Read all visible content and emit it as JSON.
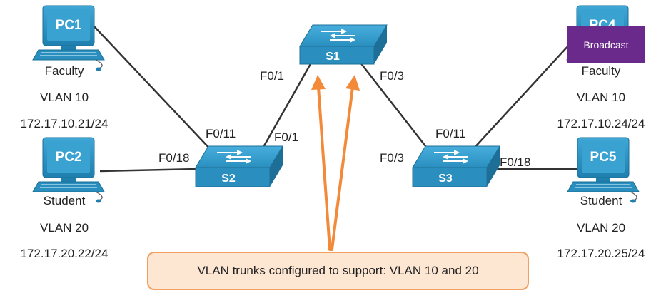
{
  "devices": {
    "pc1": {
      "name": "PC1",
      "role": "Faculty",
      "vlan": "VLAN 10",
      "ip": "172.17.10.21/24"
    },
    "pc2": {
      "name": "PC2",
      "role": "Student",
      "vlan": "VLAN 20",
      "ip": "172.17.20.22/24"
    },
    "pc4": {
      "name": "PC4",
      "role": "Faculty",
      "vlan": "VLAN 10",
      "ip": "172.17.10.24/24"
    },
    "pc5": {
      "name": "PC5",
      "role": "Student",
      "vlan": "VLAN 20",
      "ip": "172.17.20.25/24"
    },
    "s1": {
      "name": "S1"
    },
    "s2": {
      "name": "S2"
    },
    "s3": {
      "name": "S3"
    }
  },
  "ports": {
    "s1_left": "F0/1",
    "s1_right": "F0/3",
    "s2_pc1": "F0/11",
    "s2_s1": "F0/1",
    "s2_pc2": "F0/18",
    "s3_s1": "F0/3",
    "s3_pc4": "F0/11",
    "s3_pc5": "F0/18"
  },
  "broadcast_label": "Broadcast",
  "callout": "VLAN trunks configured to support: VLAN 10 and 20",
  "colors": {
    "device_blue": "#2a8fbf",
    "device_dark": "#1d6f97",
    "link": "#333333",
    "arrow": "#f28a3a",
    "broadcast": "#6a2a8c",
    "callout_fill": "#fde6d2",
    "callout_border": "#f0a062"
  }
}
